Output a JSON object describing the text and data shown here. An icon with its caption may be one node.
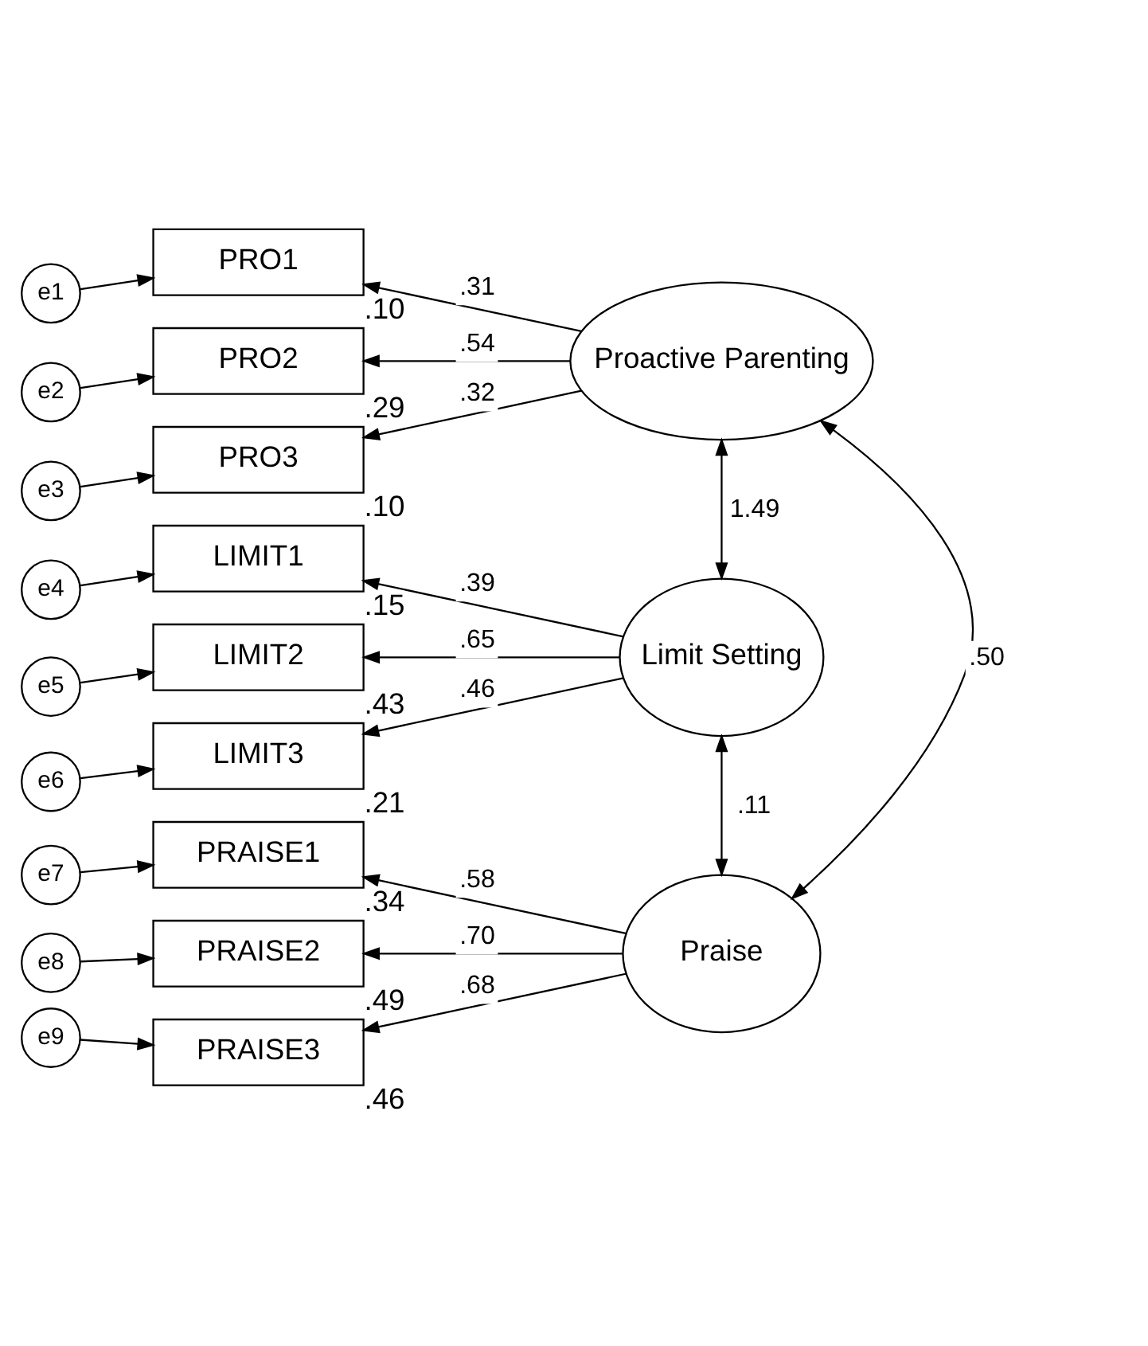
{
  "diagram": {
    "nodes": [
      {
        "text": [
          "e1"
        ]
      },
      {
        "text": [
          "PRO1"
        ],
        "beside": [
          ".10"
        ]
      },
      {
        "text": [
          "Proactive Parenting"
        ]
      },
      {
        "text": [
          "e2"
        ]
      },
      {
        "text": [
          "PRO2"
        ],
        "beside": [
          ".29"
        ]
      },
      {
        "text": [
          "e3"
        ]
      },
      {
        "text": [
          "PRO3"
        ],
        "beside": [
          ".10"
        ]
      },
      {
        "text": [
          "e4"
        ]
      },
      {
        "text": [
          "LIMIT1"
        ],
        "beside": [
          ".15"
        ]
      },
      {
        "text": [
          "Limit Setting"
        ]
      },
      {
        "text": [
          "e5"
        ]
      },
      {
        "text": [
          "LIMIT2"
        ],
        "beside": [
          ".43"
        ]
      },
      {
        "text": [
          "e6"
        ]
      },
      {
        "text": [
          "LIMIT3"
        ],
        "beside": [
          ".21"
        ]
      },
      {
        "text": [
          "e7"
        ]
      },
      {
        "text": [
          "PRAISE1"
        ],
        "beside": [
          ".34"
        ]
      },
      {
        "text": [
          "Praise"
        ]
      },
      {
        "text": [
          "e8"
        ]
      },
      {
        "text": [
          "PRAISE2"
        ],
        "beside": [
          ".49"
        ]
      },
      {
        "text": [
          "e9"
        ]
      },
      {
        "text": [
          "PRAISE3"
        ],
        "beside": [
          ".46"
        ]
      }
    ],
    "edges": [
      {
        "from": 0,
        "to": 1,
        "arrow": "to"
      },
      {
        "from": 3,
        "to": 4,
        "arrow": "to"
      },
      {
        "from": 5,
        "to": 6,
        "arrow": "to"
      },
      {
        "from": 7,
        "to": 8,
        "arrow": "to"
      },
      {
        "from": 10,
        "to": 11,
        "arrow": "to"
      },
      {
        "from": 12,
        "to": 13,
        "arrow": "to"
      },
      {
        "from": 14,
        "to": 15,
        "arrow": "to"
      },
      {
        "from": 17,
        "to": 18,
        "arrow": "to"
      },
      {
        "from": 19,
        "to": 20,
        "arrow": "to"
      },
      {
        "from": 2,
        "to": 1,
        "arrow": "to",
        "label": ".31"
      },
      {
        "from": 2,
        "to": 4,
        "arrow": "to",
        "label": ".54"
      },
      {
        "from": 2,
        "to": 6,
        "arrow": "to",
        "label": ".32"
      },
      {
        "from": 9,
        "to": 8,
        "arrow": "to",
        "label": ".39"
      },
      {
        "from": 9,
        "to": 11,
        "arrow": "to",
        "label": ".65"
      },
      {
        "from": 9,
        "to": 13,
        "arrow": "to",
        "label": ".46"
      },
      {
        "from": 16,
        "to": 15,
        "arrow": "to",
        "label": ".58"
      },
      {
        "from": 16,
        "to": 18,
        "arrow": "to",
        "label": ".70"
      },
      {
        "from": 16,
        "to": 20,
        "arrow": "to",
        "label": ".68"
      },
      {
        "from": 2,
        "to": 9,
        "arrow": "both",
        "label": "1.49"
      },
      {
        "from": 9,
        "to": 16,
        "arrow": "both",
        "label": ".11"
      },
      {
        "from": 2,
        "to": 16,
        "arrow": "both",
        "label": ".50"
      }
    ]
  }
}
